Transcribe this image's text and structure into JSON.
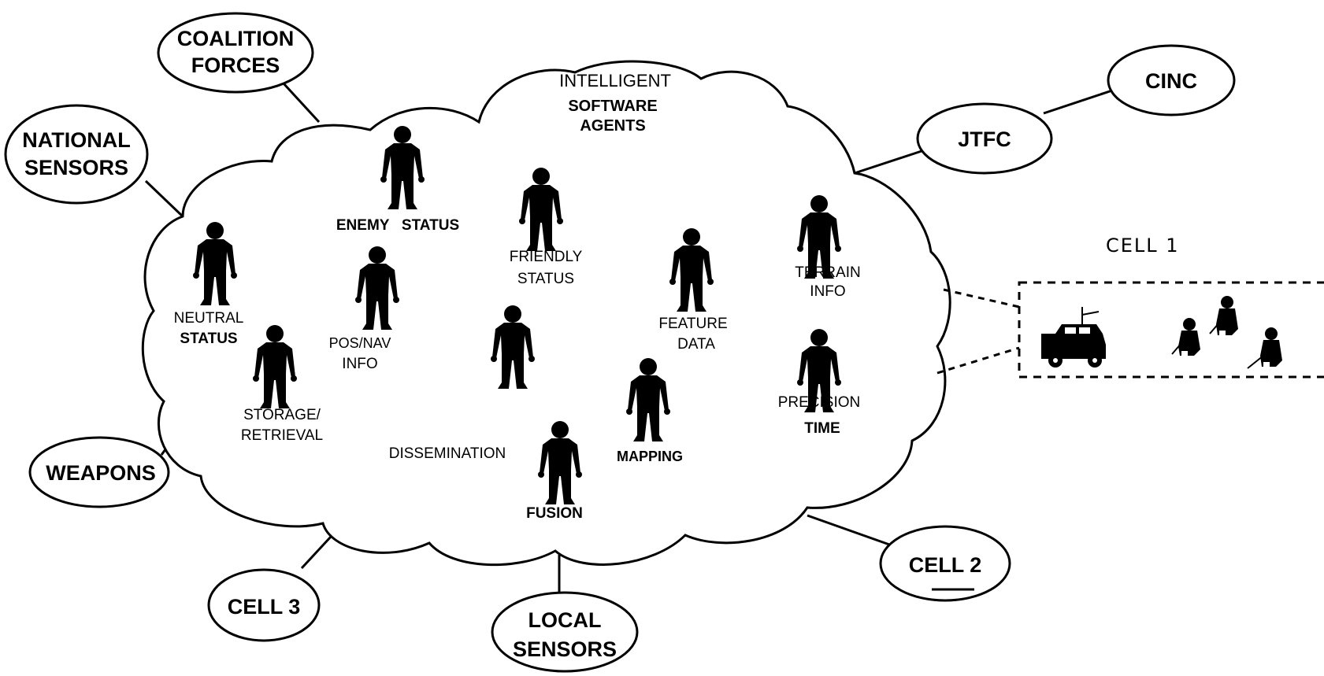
{
  "cloud_title": {
    "line1": "INTELLIGENT",
    "line2": "SOFTWARE",
    "line3": "AGENTS"
  },
  "nodes": {
    "coalition_forces": {
      "line1": "COALITION",
      "line2": "FORCES"
    },
    "national_sensors": {
      "line1": "NATIONAL",
      "line2": "SENSORS"
    },
    "weapons": {
      "line1": "WEAPONS"
    },
    "cell3": {
      "line1": "CELL 3"
    },
    "local_sensors": {
      "line1": "LOCAL",
      "line2": "SENSORS"
    },
    "cell2": {
      "line1": "CELL 2"
    },
    "jtfc": {
      "line1": "JTFC"
    },
    "cinc": {
      "line1": "CINC"
    }
  },
  "agents": {
    "enemy_status": {
      "line1": "ENEMY   STATUS"
    },
    "friendly_status": {
      "line1": "FRIENDLY",
      "line2": "STATUS"
    },
    "neutral_status": {
      "line1": "NEUTRAL",
      "line2": "STATUS"
    },
    "pos_nav_info": {
      "line1": "POS/NAV",
      "line2": "INFO"
    },
    "storage_retrieval": {
      "line1": "STORAGE/",
      "line2": "RETRIEVAL"
    },
    "feature_data": {
      "line1": "FEATURE",
      "line2": "DATA"
    },
    "terrain_info": {
      "line1": "TERRAIN",
      "line2": "INFO"
    },
    "precision_time": {
      "line1": "PRECISION",
      "line2": "TIME"
    },
    "dissemination": {
      "line1": "DISSEMINATION"
    },
    "mapping": {
      "line1": "MAPPING"
    },
    "fusion": {
      "line1": "FUSION"
    }
  },
  "cell1": {
    "label": "CELL 1"
  },
  "icons": [
    "person-icon",
    "vehicle-icon",
    "soldier-icon"
  ]
}
